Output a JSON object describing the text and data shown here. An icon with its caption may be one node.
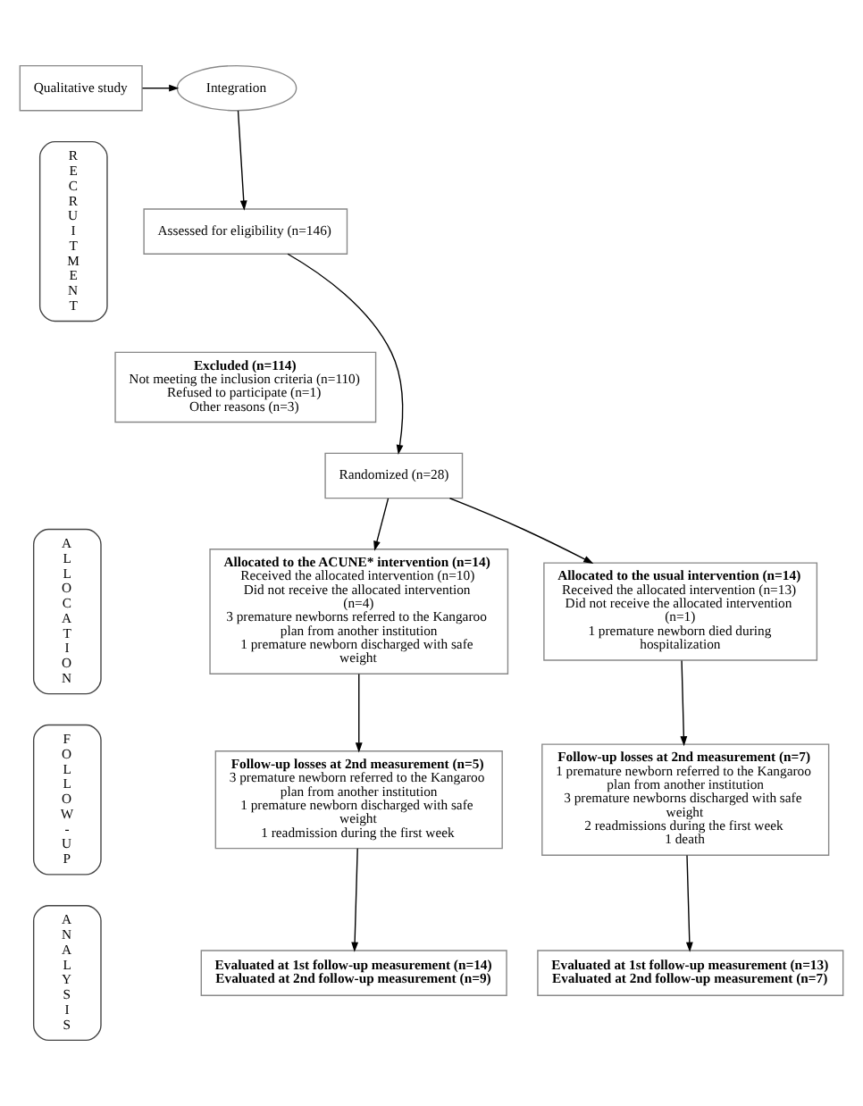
{
  "diagram": {
    "nodes": [
      {
        "text": [
          "Qualitative study"
        ]
      },
      {
        "text": [
          "Integration"
        ]
      },
      {
        "text": [
          "Assessed for eligibility (n=146)"
        ]
      },
      {
        "text": [
          "Excluded (n=114)",
          "Not meeting the inclusion criteria (n=110)",
          "Refused to participate (n=1)",
          "Other reasons (n=3)"
        ]
      },
      {
        "text": [
          "Randomized (n=28)"
        ]
      },
      {
        "text": [
          "Allocated to the ACUNE* intervention (n=14)",
          "Received the allocated intervention (n=10)",
          "Did not receive the allocated intervention (n=4)",
          "3 premature newborns referred to the Kangaroo plan from another institution",
          "1 premature newborn discharged with safe weight"
        ]
      },
      {
        "text": [
          "Allocated to the usual intervention (n=14)",
          "Received the allocated intervention (n=13)",
          "Did not receive the allocated intervention (n=1)",
          "1 premature newborn died during hospitalization"
        ]
      },
      {
        "text": [
          "Follow-up losses at 2nd measurement (n=5)",
          "3 premature newborn referred to the Kangaroo plan from another institution",
          "1 premature newborn discharged with safe weight",
          "1 readmission during the first week"
        ]
      },
      {
        "text": [
          "Follow-up losses at 2nd measurement (n=7)",
          "1 premature newborn referred to the Kangaroo plan from another institution",
          "3 premature newborns discharged with safe weight",
          "2 readmissions during the first week",
          "1 death"
        ]
      },
      {
        "text": [
          "Evaluated at 1st follow-up measurement (n=14)",
          "Evaluated at 2nd follow-up measurement (n=9)"
        ]
      },
      {
        "text": [
          "Evaluated at 1st follow-up measurement (n=13)",
          "Evaluated at 2nd follow-up measurement (n=7)"
        ]
      },
      {
        "text": [
          "R E C R U I T M E N T"
        ]
      },
      {
        "text": [
          "A L L O C A T I O N"
        ]
      },
      {
        "text": [
          "F O L L O W - U P"
        ]
      },
      {
        "text": [
          "A N A L Y S I S"
        ]
      }
    ],
    "edges": [
      {
        "from": 0,
        "to": 1,
        "arrow": "to"
      },
      {
        "from": 1,
        "to": 2,
        "arrow": "to"
      },
      {
        "from": 2,
        "to": 4,
        "arrow": "to"
      },
      {
        "from": 4,
        "to": 5,
        "arrow": "to"
      },
      {
        "from": 4,
        "to": 6,
        "arrow": "to"
      },
      {
        "from": 5,
        "to": 7,
        "arrow": "to"
      },
      {
        "from": 6,
        "to": 8,
        "arrow": "to"
      },
      {
        "from": 7,
        "to": 9,
        "arrow": "to"
      },
      {
        "from": 8,
        "to": 10,
        "arrow": "to"
      }
    ]
  }
}
